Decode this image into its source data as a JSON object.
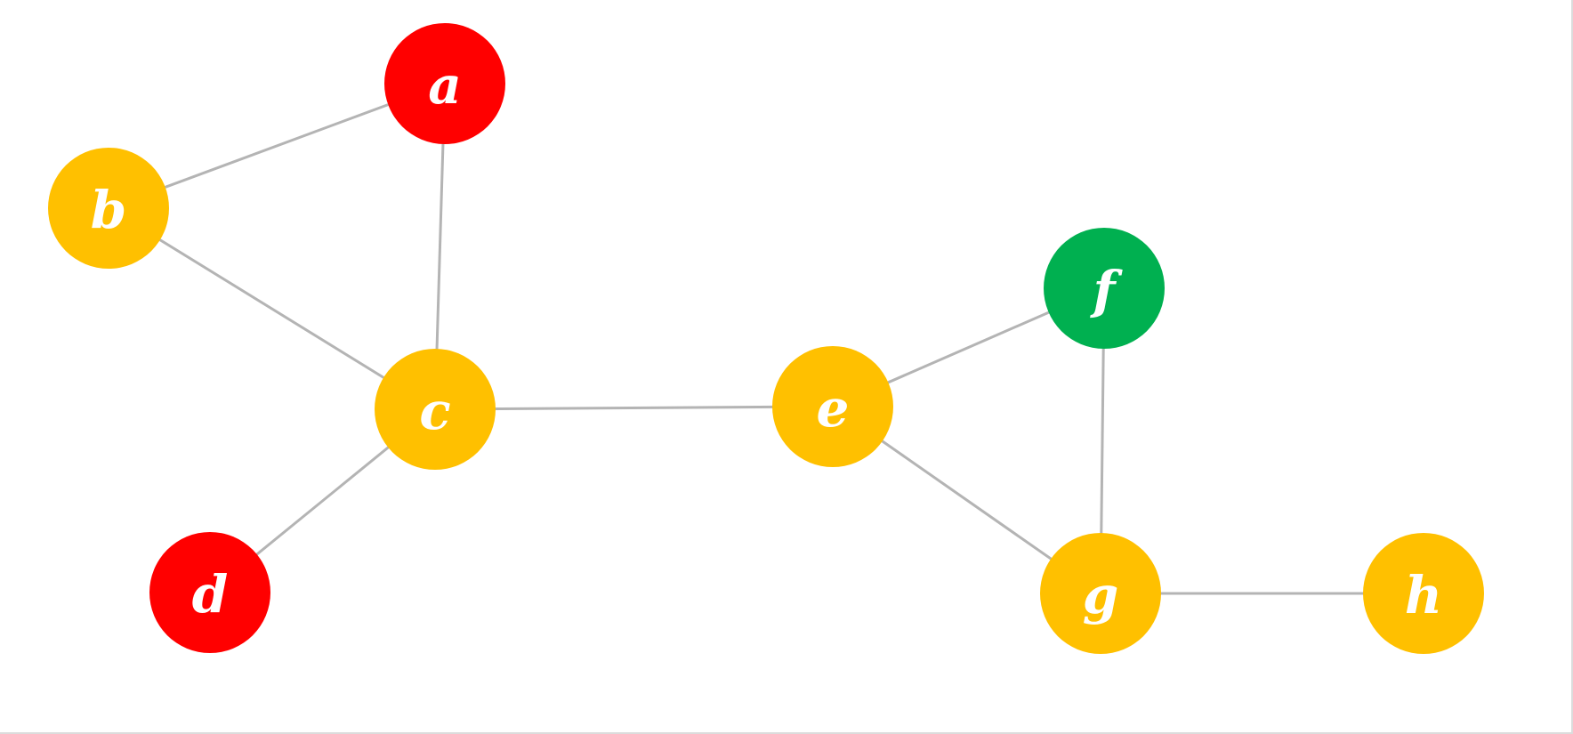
{
  "graph": {
    "nodes": [
      {
        "id": "a",
        "label": "a",
        "color": "#ff0000"
      },
      {
        "id": "b",
        "label": "b",
        "color": "#ffc000"
      },
      {
        "id": "c",
        "label": "c",
        "color": "#ffc000"
      },
      {
        "id": "d",
        "label": "d",
        "color": "#ff0000"
      },
      {
        "id": "e",
        "label": "e",
        "color": "#ffc000"
      },
      {
        "id": "f",
        "label": "f",
        "color": "#00b050"
      },
      {
        "id": "g",
        "label": "g",
        "color": "#ffc000"
      },
      {
        "id": "h",
        "label": "h",
        "color": "#ffc000"
      }
    ],
    "edges": [
      {
        "from": "a",
        "to": "b"
      },
      {
        "from": "a",
        "to": "c"
      },
      {
        "from": "b",
        "to": "c"
      },
      {
        "from": "c",
        "to": "d"
      },
      {
        "from": "c",
        "to": "e"
      },
      {
        "from": "e",
        "to": "f"
      },
      {
        "from": "e",
        "to": "g"
      },
      {
        "from": "f",
        "to": "g"
      },
      {
        "from": "g",
        "to": "h"
      }
    ]
  },
  "colors": {
    "red": "#ff0000",
    "yellow": "#ffc000",
    "green": "#00b050",
    "edge": "#b4b4b4",
    "label": "#ffffff"
  }
}
